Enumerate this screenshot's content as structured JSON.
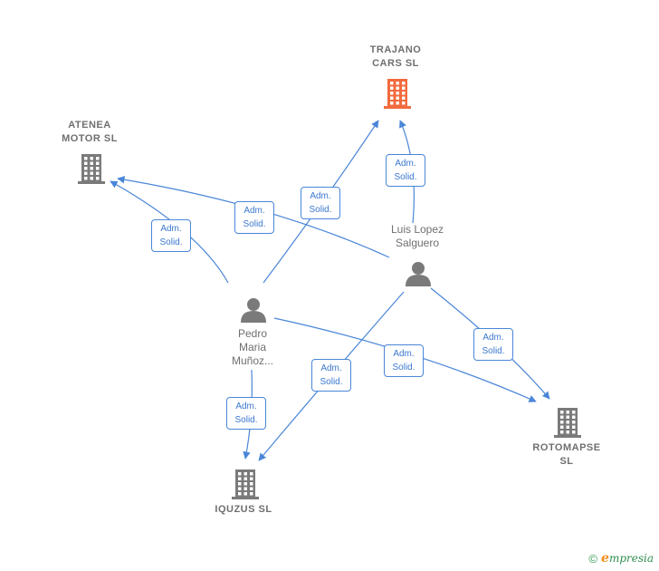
{
  "companies": [
    {
      "id": "trajano",
      "label": "TRAJANO\nCARS  SL",
      "color": "#f26a3d"
    },
    {
      "id": "atenea",
      "label": "ATENEA\nMOTOR  SL",
      "color": "#7a7a7a"
    },
    {
      "id": "rotomapse",
      "label": "ROTOMAPSE\nSL",
      "color": "#7a7a7a"
    },
    {
      "id": "iquzus",
      "label": "IQUZUS  SL",
      "color": "#7a7a7a"
    }
  ],
  "persons": [
    {
      "id": "luis",
      "label": "Luis Lopez\nSalguero"
    },
    {
      "id": "pedro",
      "label": "Pedro\nMaria\nMuñoz..."
    }
  ],
  "edges": [
    {
      "from": "luis",
      "to": "trajano",
      "label": "Adm.\nSolid."
    },
    {
      "from": "luis",
      "to": "atenea",
      "label": "Adm.\nSolid."
    },
    {
      "from": "luis",
      "to": "rotomapse",
      "label": "Adm.\nSolid."
    },
    {
      "from": "luis",
      "to": "iquzus",
      "label": "Adm.\nSolid."
    },
    {
      "from": "pedro",
      "to": "trajano",
      "label": "Adm.\nSolid."
    },
    {
      "from": "pedro",
      "to": "atenea",
      "label": "Adm.\nSolid."
    },
    {
      "from": "pedro",
      "to": "rotomapse",
      "label": "Adm.\nSolid."
    },
    {
      "from": "pedro",
      "to": "iquzus",
      "label": "Adm.\nSolid."
    }
  ],
  "footer": {
    "copyright": "©",
    "brand_first": "e",
    "brand_rest": "mpresia"
  },
  "colors": {
    "edge": "#4a86d8",
    "icon": "#7a7a7a",
    "highlight": "#f26a3d"
  }
}
